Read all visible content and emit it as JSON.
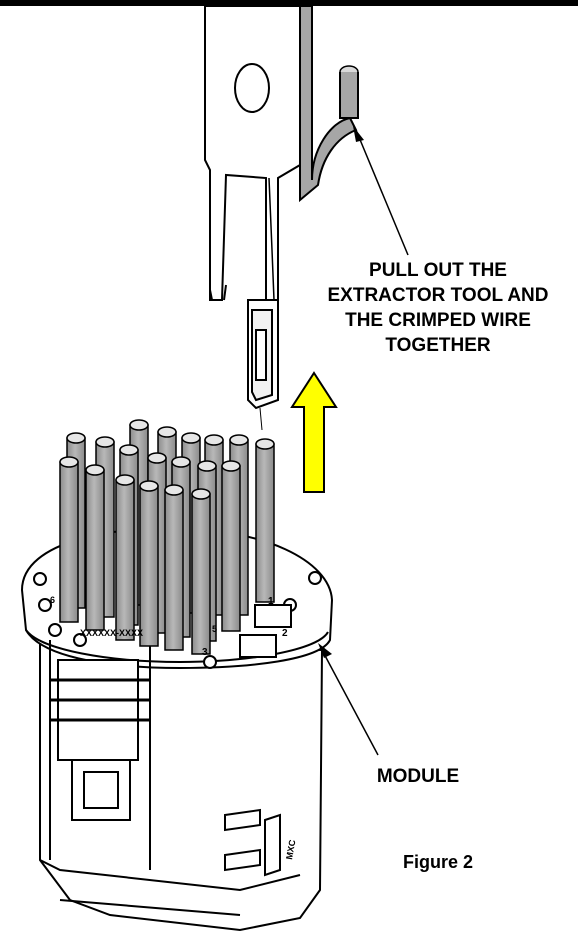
{
  "labels": {
    "pull_out": [
      "PULL OUT THE",
      "EXTRACTOR TOOL AND",
      "THE CRIMPED WIRE",
      "TOGETHER"
    ],
    "module": "MODULE",
    "figure": "Figure 2"
  },
  "connector_markings": {
    "cavity_numbers": [
      "1",
      "2",
      "3",
      "5",
      "6"
    ],
    "code_strip": "XXXXXX-XXXX",
    "side_code": "MXC"
  },
  "colors": {
    "arrow_fill": "#ffff00",
    "wire_fill": "#a6a6a6",
    "outline": "#000000"
  },
  "icons": {
    "pull_direction": "arrow-up-icon"
  }
}
